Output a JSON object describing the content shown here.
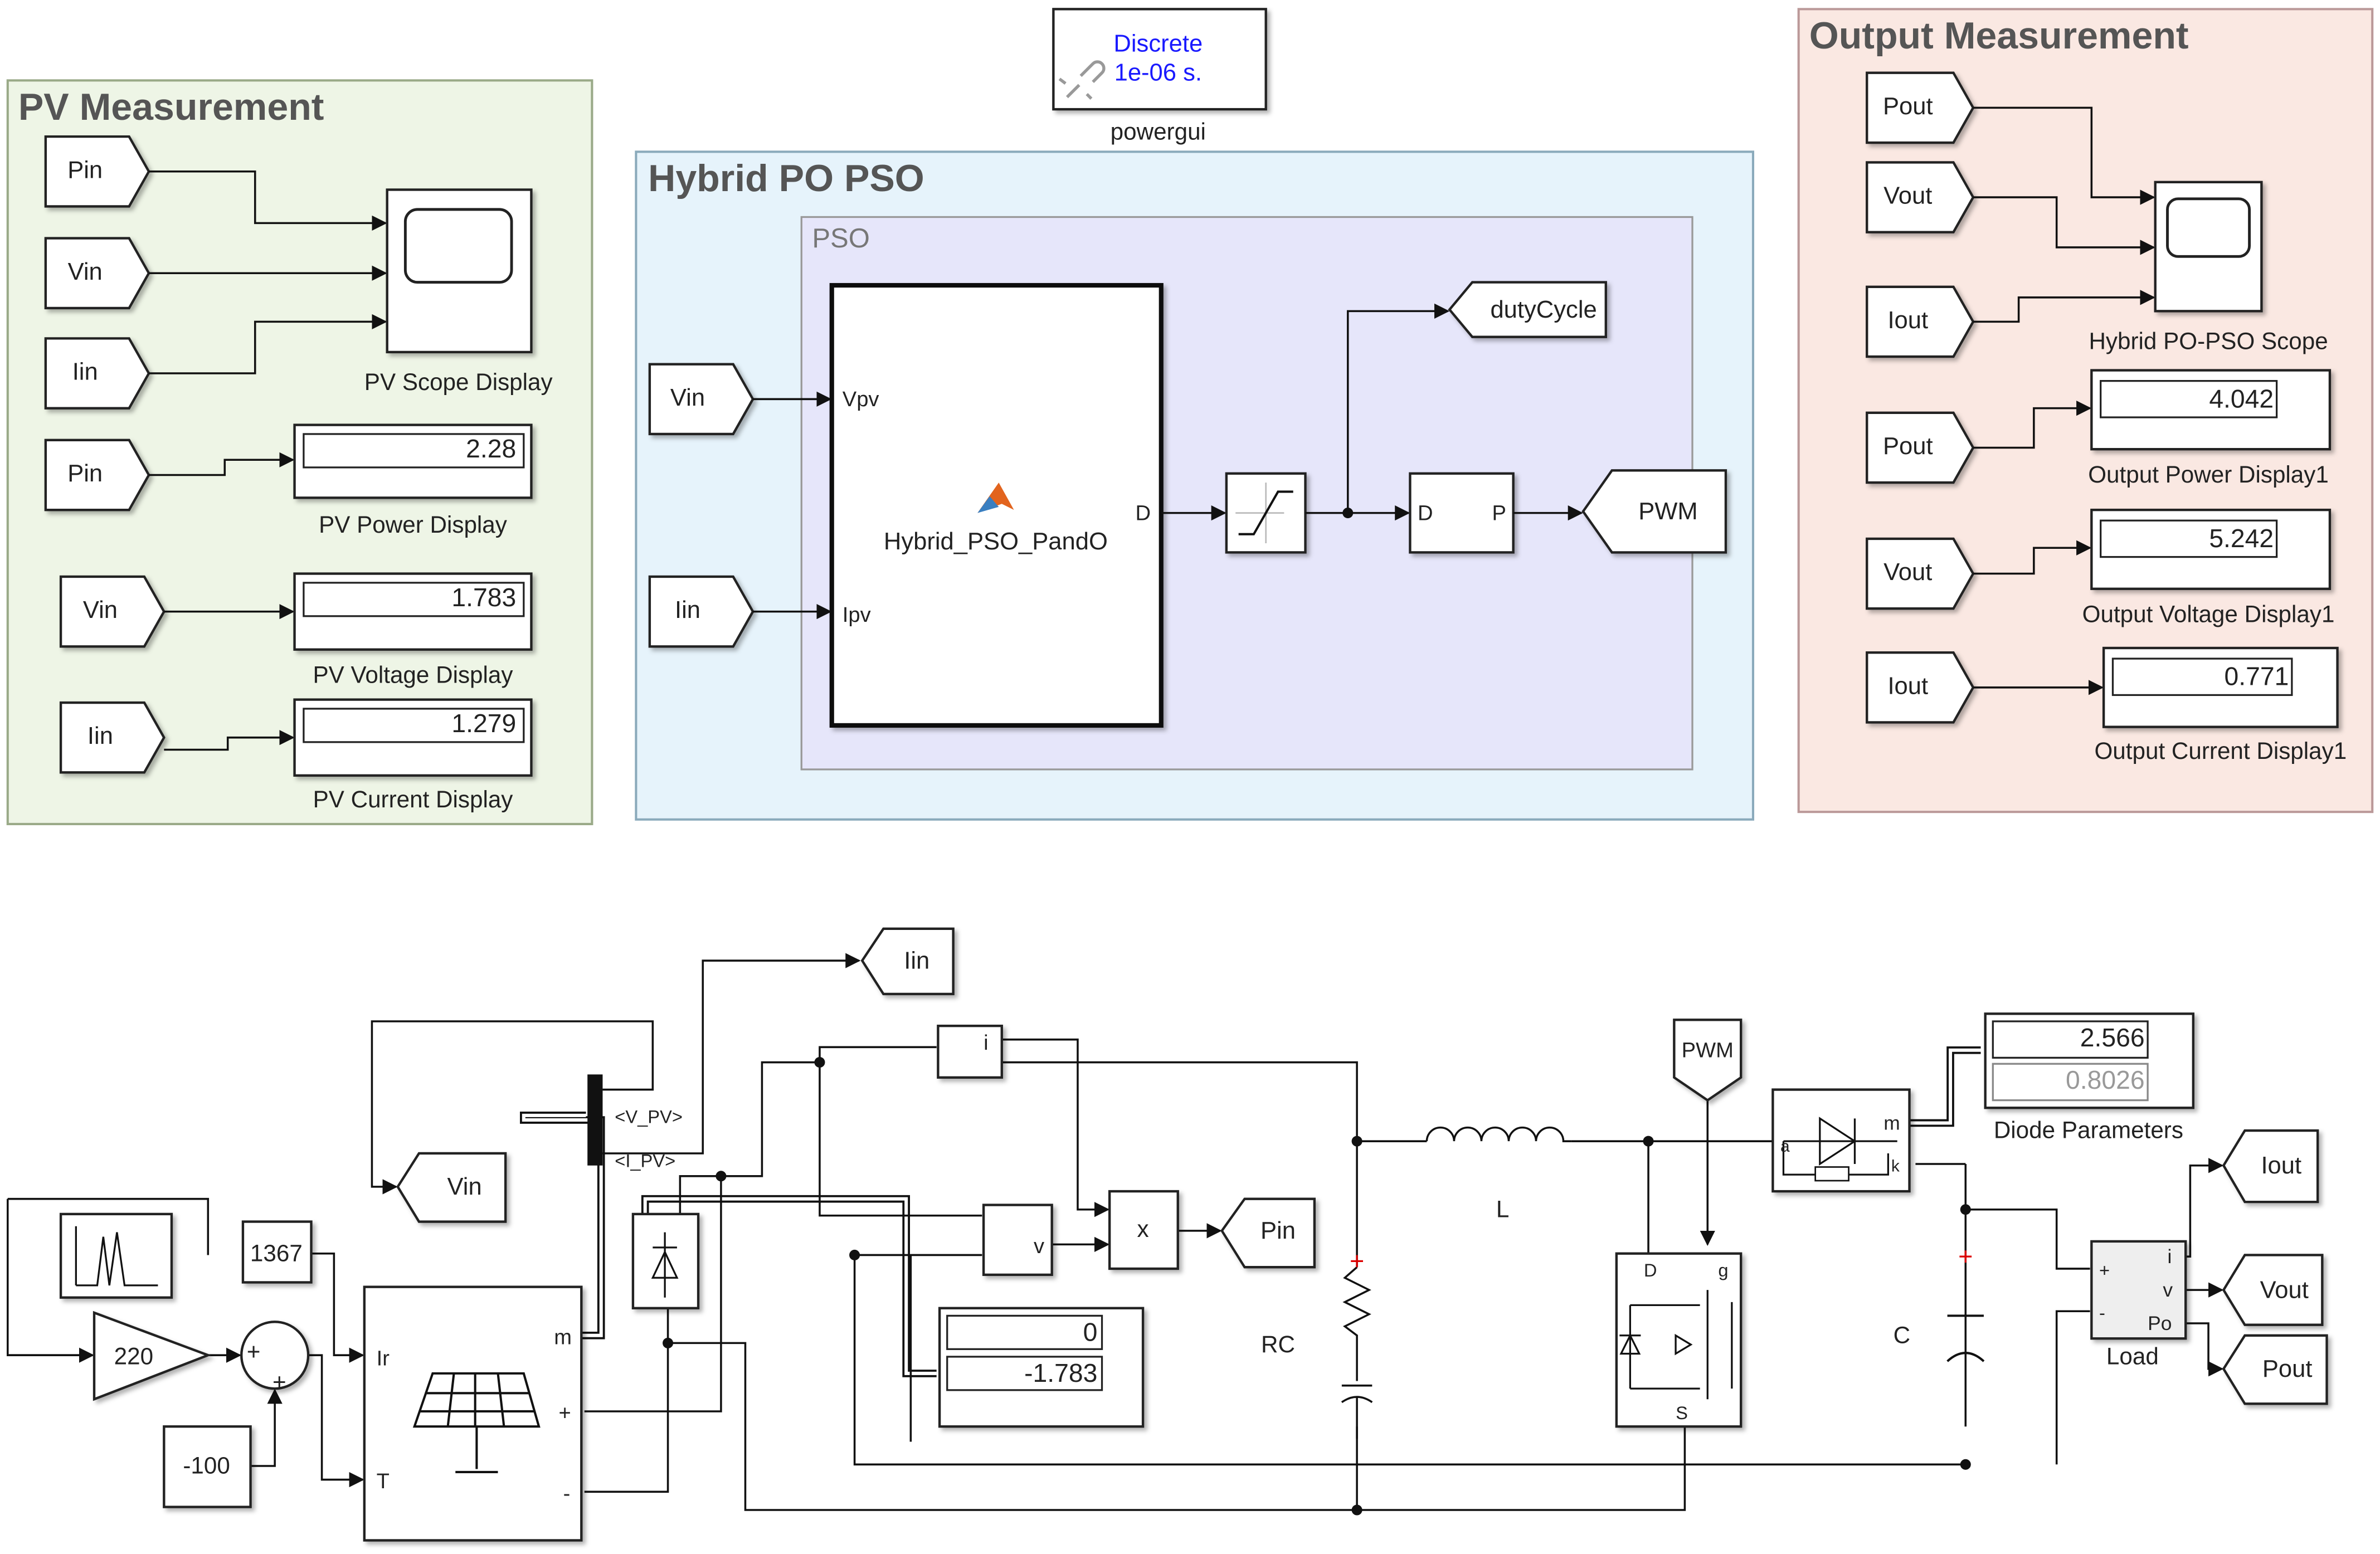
{
  "powergui": {
    "mode": "Discrete",
    "sample_time": "1e-06 s.",
    "label": "powergui",
    "icon": "link-broken-icon",
    "text_color": "#1a1aff"
  },
  "pv_measurement": {
    "title": "PV Measurement",
    "background": "#eef5e6",
    "scope_inputs": [
      "Pin",
      "Vin",
      "Iin"
    ],
    "scope_label": "PV Scope Display",
    "displays": [
      {
        "tag": "Pin",
        "value": "2.28",
        "label": "PV Power Display"
      },
      {
        "tag": "Vin",
        "value": "1.783",
        "label": "PV Voltage Display"
      },
      {
        "tag": "Iin",
        "value": "1.279",
        "label": "PV Current Display"
      }
    ]
  },
  "hybrid": {
    "title": "Hybrid PO PSO",
    "background": "#e6f3fb",
    "subsystem_title": "PSO",
    "subsystem_background": "#e6e6fa",
    "inputs": [
      "Vin",
      "Iin"
    ],
    "function_block": {
      "name": "Hybrid_PSO_PandO",
      "port_in_1": "Vpv",
      "port_in_2": "Ipv",
      "port_out": "D",
      "icon": "matlab-logo-icon"
    },
    "saturation_icon": "saturation-icon",
    "dp_block": {
      "port_in": "D",
      "port_out": "P"
    },
    "goto_duty": "dutyCycle",
    "goto_pwm": "PWM"
  },
  "output_measurement": {
    "title": "Output Measurement",
    "background": "#fae8e2",
    "scope_inputs": [
      "Pout",
      "Vout",
      "Iout"
    ],
    "scope_label": "Hybrid PO-PSO Scope",
    "displays": [
      {
        "tag": "Pout",
        "value": "4.042",
        "label": "Output Power Display1"
      },
      {
        "tag": "Vout",
        "value": "5.242",
        "label": "Output Voltage Display1"
      },
      {
        "tag": "Iout",
        "value": "0.771",
        "label": "Output Current Display1"
      }
    ]
  },
  "circuit": {
    "goto_iin": "Iin",
    "goto_vin": "Vin",
    "bus_signals": [
      "<V_PV>",
      "<I_PV>"
    ],
    "gain": "220",
    "sum_signs": [
      "+",
      "+"
    ],
    "irradiance_const": "1367",
    "temp_const": "-100",
    "pv_array": {
      "port_ir": "Ir",
      "port_t": "T",
      "port_m": "m",
      "port_plus": "+",
      "port_minus": "-"
    },
    "current_meas_port": "i",
    "voltage_meas_port": "v",
    "product": "x",
    "goto_pin": "Pin",
    "display_values": [
      "0",
      "-1.783"
    ],
    "rc_label": "RC",
    "inductor_label": "L",
    "from_pwm": "PWM",
    "mosfet_ports": {
      "d": "D",
      "g": "g",
      "s": "S"
    },
    "diode_ports": {
      "a": "a",
      "k": "k",
      "m": "m"
    },
    "diode_display": {
      "values": [
        "2.566",
        "0.8026"
      ],
      "label": "Diode Parameters"
    },
    "cap_label": "C",
    "load": {
      "label": "Load",
      "ports": [
        "i",
        "v",
        "Po"
      ],
      "plus": "+",
      "minus": "-"
    },
    "outputs": [
      "Iout",
      "Vout",
      "Pout"
    ]
  }
}
